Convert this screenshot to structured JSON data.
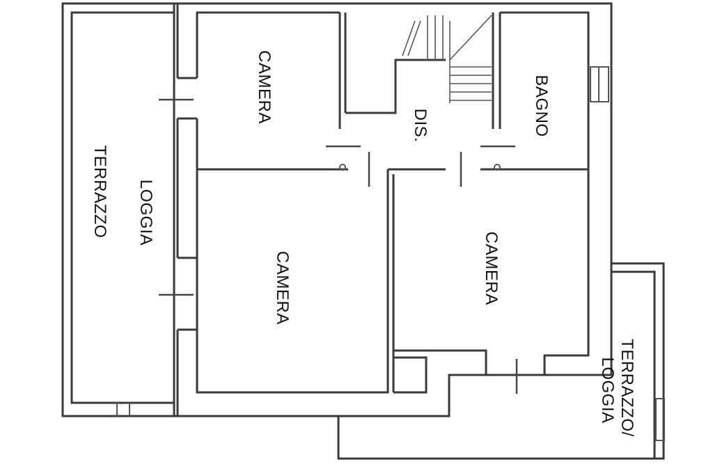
{
  "floor_plan": {
    "rooms": [
      {
        "id": "terrazzo-west",
        "label": "TERRAZZO"
      },
      {
        "id": "loggia-west",
        "label": "LOGGIA"
      },
      {
        "id": "camera-north",
        "label": "CAMERA"
      },
      {
        "id": "dis",
        "label": "DIS."
      },
      {
        "id": "bagno",
        "label": "BAGNO"
      },
      {
        "id": "camera-center",
        "label": "CAMERA"
      },
      {
        "id": "camera-east",
        "label": "CAMERA"
      },
      {
        "id": "terrazzo-loggia-east",
        "label": "TERRAZZO/ LOGGIA"
      }
    ]
  }
}
